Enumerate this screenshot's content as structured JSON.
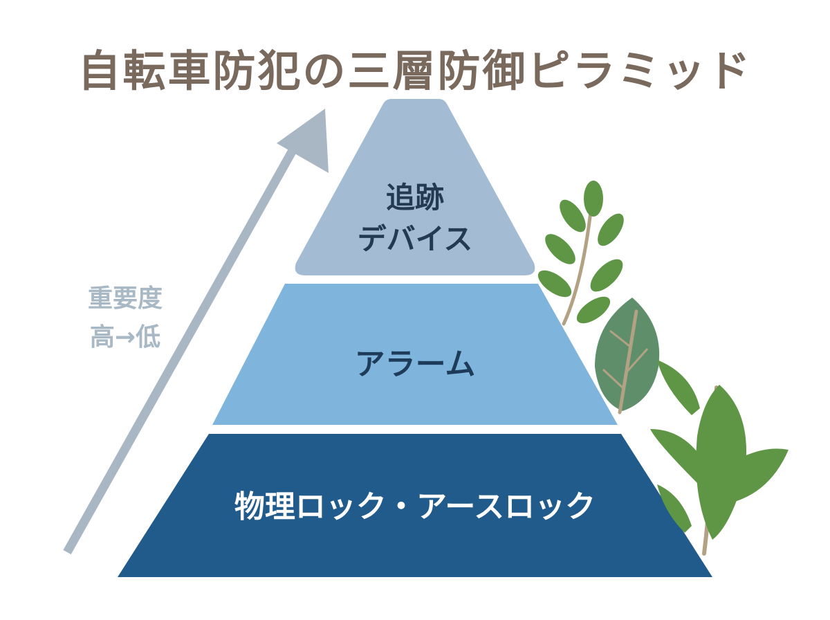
{
  "title": "自転車防犯の三層防御ピラミッド",
  "importance": {
    "label_line1": "重要度",
    "label_line2": "高→低"
  },
  "tiers": [
    {
      "line1": "追跡",
      "line2": "デバイス"
    },
    {
      "label": "アラーム"
    },
    {
      "label": "物理ロック・アースロック"
    }
  ],
  "colors": {
    "title": "#7a6a5e",
    "tier_top": "#a3bcd3",
    "tier_middle": "#7fb5dd",
    "tier_bottom": "#215b8b",
    "arrow": "#a9b7c4",
    "leaf": "#5f9646",
    "leaf_muted": "#5f8f6a",
    "stem": "#b3a184"
  }
}
